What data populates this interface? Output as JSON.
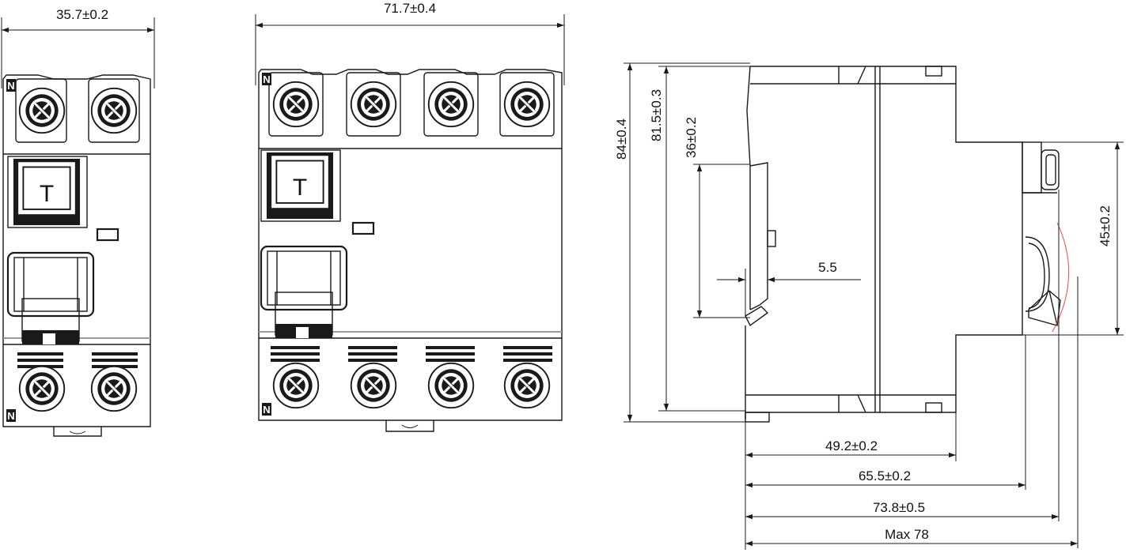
{
  "front_2p": {
    "width_dim": "35.7±0.2",
    "neutral_top": "N",
    "neutral_bottom": "N",
    "test_button": "T"
  },
  "front_4p": {
    "width_dim": "71.7±0.4",
    "neutral_top": "N",
    "neutral_bottom": "N",
    "test_button": "T"
  },
  "side": {
    "height_total": "84±0.4",
    "height_body": "81.5±0.3",
    "rail_height": "36±0.2",
    "rail_gap": "5.5",
    "front_height": "45±0.2",
    "depth_1": "49.2±0.2",
    "depth_2": "65.5±0.2",
    "depth_3": "73.8±0.5",
    "depth_max": "Max 78"
  },
  "colors": {
    "line": "#1a1a1a",
    "separator": "#9a9a9a",
    "arc": "#e05050"
  }
}
